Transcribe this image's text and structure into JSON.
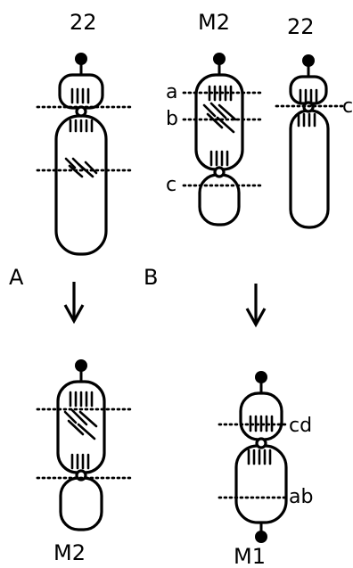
{
  "labels": {
    "top_left": "22",
    "top_middle": "M2",
    "top_right": "22",
    "panel_a": "A",
    "panel_b": "B",
    "bottom_left": "M2",
    "bottom_right": "M1"
  },
  "markers": {
    "a": "a",
    "b": "b",
    "c_left": "c",
    "c_right": "c",
    "cd": "cd",
    "ab": "ab"
  }
}
